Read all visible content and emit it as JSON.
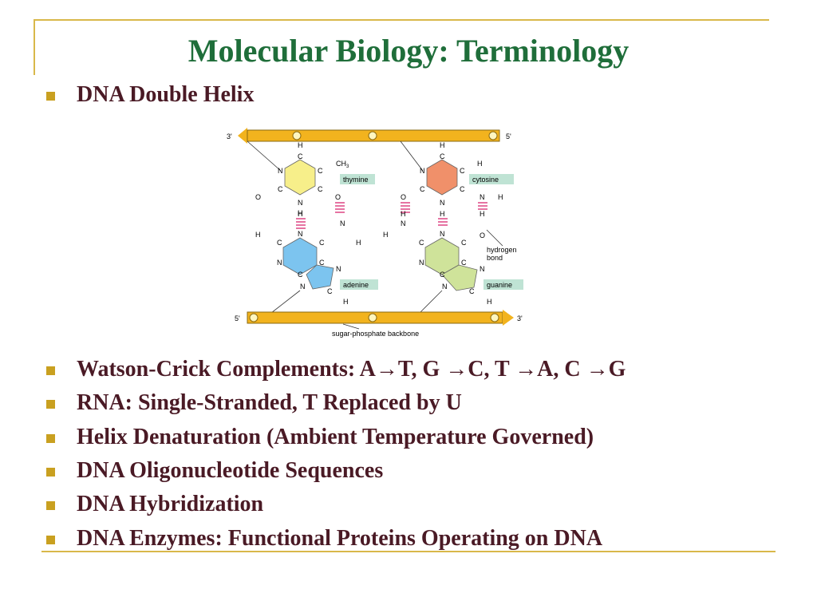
{
  "slide": {
    "title": "Molecular Biology: Terminology",
    "bullets": [
      "DNA Double Helix",
      "Watson-Crick Complements: A→T, G →C, T →A, C →G",
      "RNA: Single-Stranded, T Replaced by U",
      "Helix Denaturation (Ambient Temperature Governed)",
      "DNA Oligonucleotide Sequences",
      "DNA Hybridization",
      "DNA Enzymes: Functional Proteins Operating on DNA"
    ]
  },
  "diagram": {
    "top_left_end": "3'",
    "top_right_end": "5'",
    "bottom_left_end": "5'",
    "bottom_right_end": "3'",
    "labels": {
      "thymine": "thymine",
      "cytosine": "cytosine",
      "adenine": "adenine",
      "guanine": "guanine",
      "hydrogen_bond": [
        "hydrogen",
        "bond"
      ],
      "backbone": "sugar-phosphate backbone"
    },
    "atoms": {
      "H": "H",
      "C": "C",
      "N": "N",
      "O": "O",
      "CH3": "CH",
      "CH3_sub": "3"
    },
    "colors": {
      "backbone": "#f2b31e",
      "thymine": "#f7ef8a",
      "cytosine": "#f0906a",
      "adenine": "#7cc4ef",
      "guanine": "#cfe39a",
      "label_box": "#bfe3d4",
      "hbond": "#e0508a",
      "title": "#1f6e3a",
      "bullet_text": "#4a1a25",
      "bullet_marker": "#c9a020",
      "rule": "#d9b84a"
    }
  }
}
